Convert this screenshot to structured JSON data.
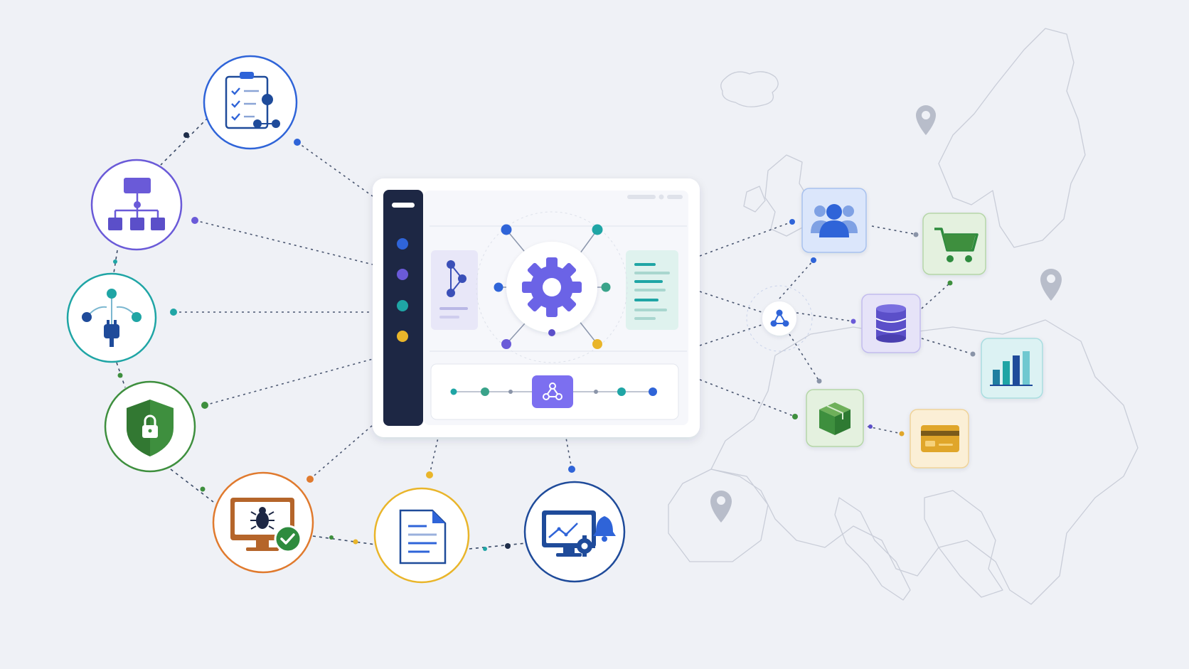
{
  "colors": {
    "background": "#eff1f6",
    "map_outline": "#c8ccd8",
    "blue": "#2f64d8",
    "purple": "#6a5ad8",
    "teal": "#1fa5a5",
    "green": "#3e8f3e",
    "orange": "#e07a2e",
    "yellow": "#e9b52a",
    "navy": "#1f4b9a",
    "sidebar": "#1d2744",
    "gear": "#6b63e6"
  },
  "left_nodes": [
    {
      "id": "checklist",
      "icon": "checklist-icon",
      "color": "#2f64d8"
    },
    {
      "id": "hierarchy",
      "icon": "org-chart-icon",
      "color": "#6a5ad8"
    },
    {
      "id": "integration",
      "icon": "plug-network-icon",
      "color": "#1fa5a5"
    },
    {
      "id": "security",
      "icon": "shield-lock-icon",
      "color": "#3e8f3e"
    },
    {
      "id": "testing",
      "icon": "bug-monitor-icon",
      "color": "#e07a2e"
    },
    {
      "id": "documents",
      "icon": "document-icon",
      "color": "#e9b52a"
    },
    {
      "id": "monitoring",
      "icon": "monitor-alert-icon",
      "color": "#1f4b9a"
    }
  ],
  "right_nodes": [
    {
      "id": "users",
      "icon": "users-icon",
      "color": "#2f64d8"
    },
    {
      "id": "cart",
      "icon": "shopping-cart-icon",
      "color": "#3e8f3e"
    },
    {
      "id": "database",
      "icon": "database-icon",
      "color": "#5b4fc9"
    },
    {
      "id": "analytics",
      "icon": "bar-chart-icon",
      "color": "#1fa5a5"
    },
    {
      "id": "package",
      "icon": "package-icon",
      "color": "#3e8f3e"
    },
    {
      "id": "payment",
      "icon": "credit-card-icon",
      "color": "#e0a62a"
    }
  ],
  "dashboard": {
    "sidebar_dots": [
      "#2f64d8",
      "#6a5ad8",
      "#1fa5a5",
      "#e9b52a"
    ],
    "hub_icon": "gear-icon",
    "pipeline_icon": "network-icon"
  }
}
